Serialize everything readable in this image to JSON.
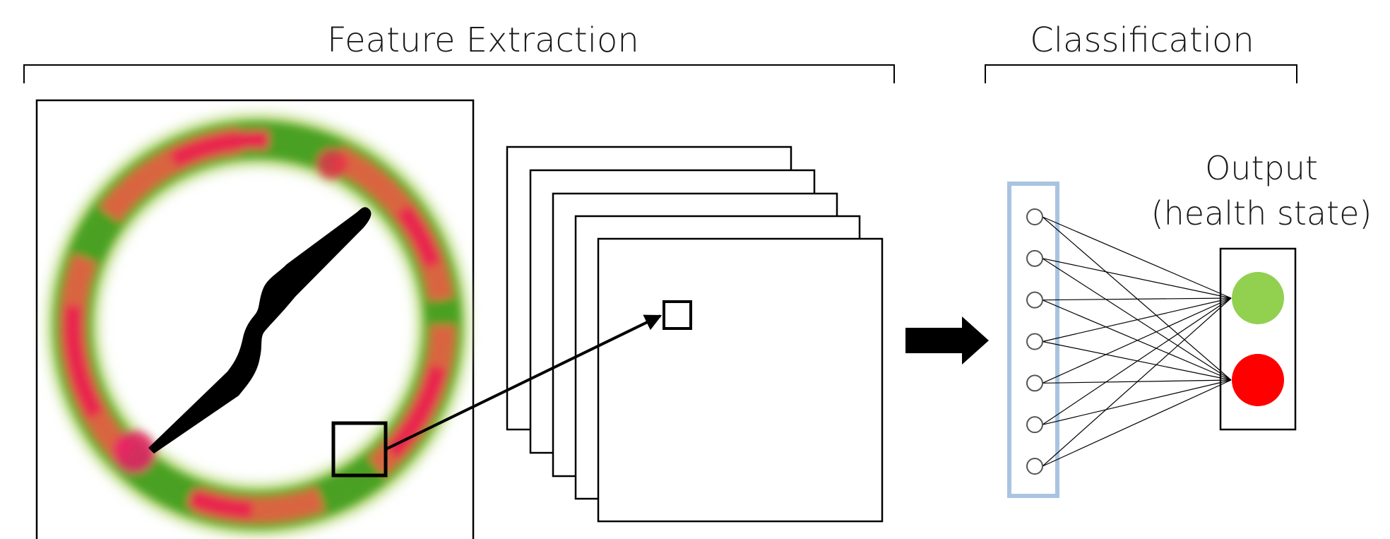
{
  "headers": {
    "feature_extraction": "Feature Extraction",
    "classification": "Classification"
  },
  "output": {
    "title_line1": "Output",
    "title_line2": "(health state)",
    "classes": [
      {
        "color": "#92d050"
      },
      {
        "color": "#ff0000"
      }
    ]
  },
  "colors": {
    "heatmap_hot": "#e8204a",
    "heatmap_warm": "#e06a4a",
    "heatmap_cool": "#3a9a1c",
    "input_layer_border": "#a8c4e0",
    "stroke": "#000000"
  },
  "input_nodes_count": 7,
  "feature_map_count": 5
}
